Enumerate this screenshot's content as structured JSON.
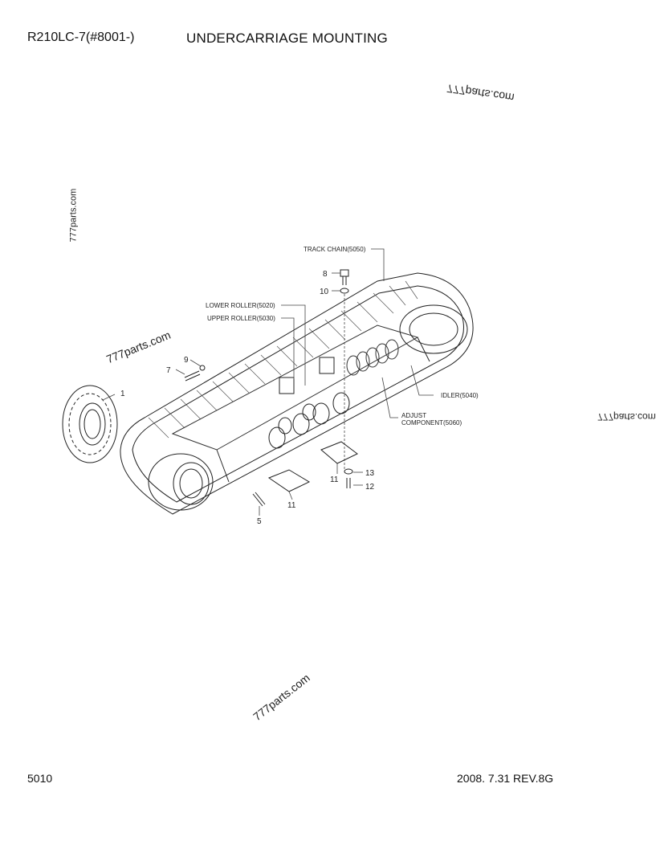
{
  "header": {
    "model": "R210LC-7(#8001-)",
    "title": "UNDERCARRIAGE MOUNTING"
  },
  "footer": {
    "page_number": "5010",
    "revision": "2008. 7.31  REV.8G"
  },
  "watermarks": [
    "777parts.com",
    "777parts.com",
    "777parts.com",
    "777parts.com",
    "777parts.com"
  ],
  "callouts": {
    "track_chain": "TRACK CHAIN(5050)",
    "lower_roller": "LOWER ROLLER(5020)",
    "upper_roller": "UPPER ROLLER(5030)",
    "idler": "IDLER(5040)",
    "adjust_line1": "ADJUST",
    "adjust_line2": "COMPONENT(5060)"
  },
  "part_numbers": [
    "1",
    "5",
    "7",
    "8",
    "9",
    "10",
    "11",
    "11",
    "12",
    "13"
  ]
}
